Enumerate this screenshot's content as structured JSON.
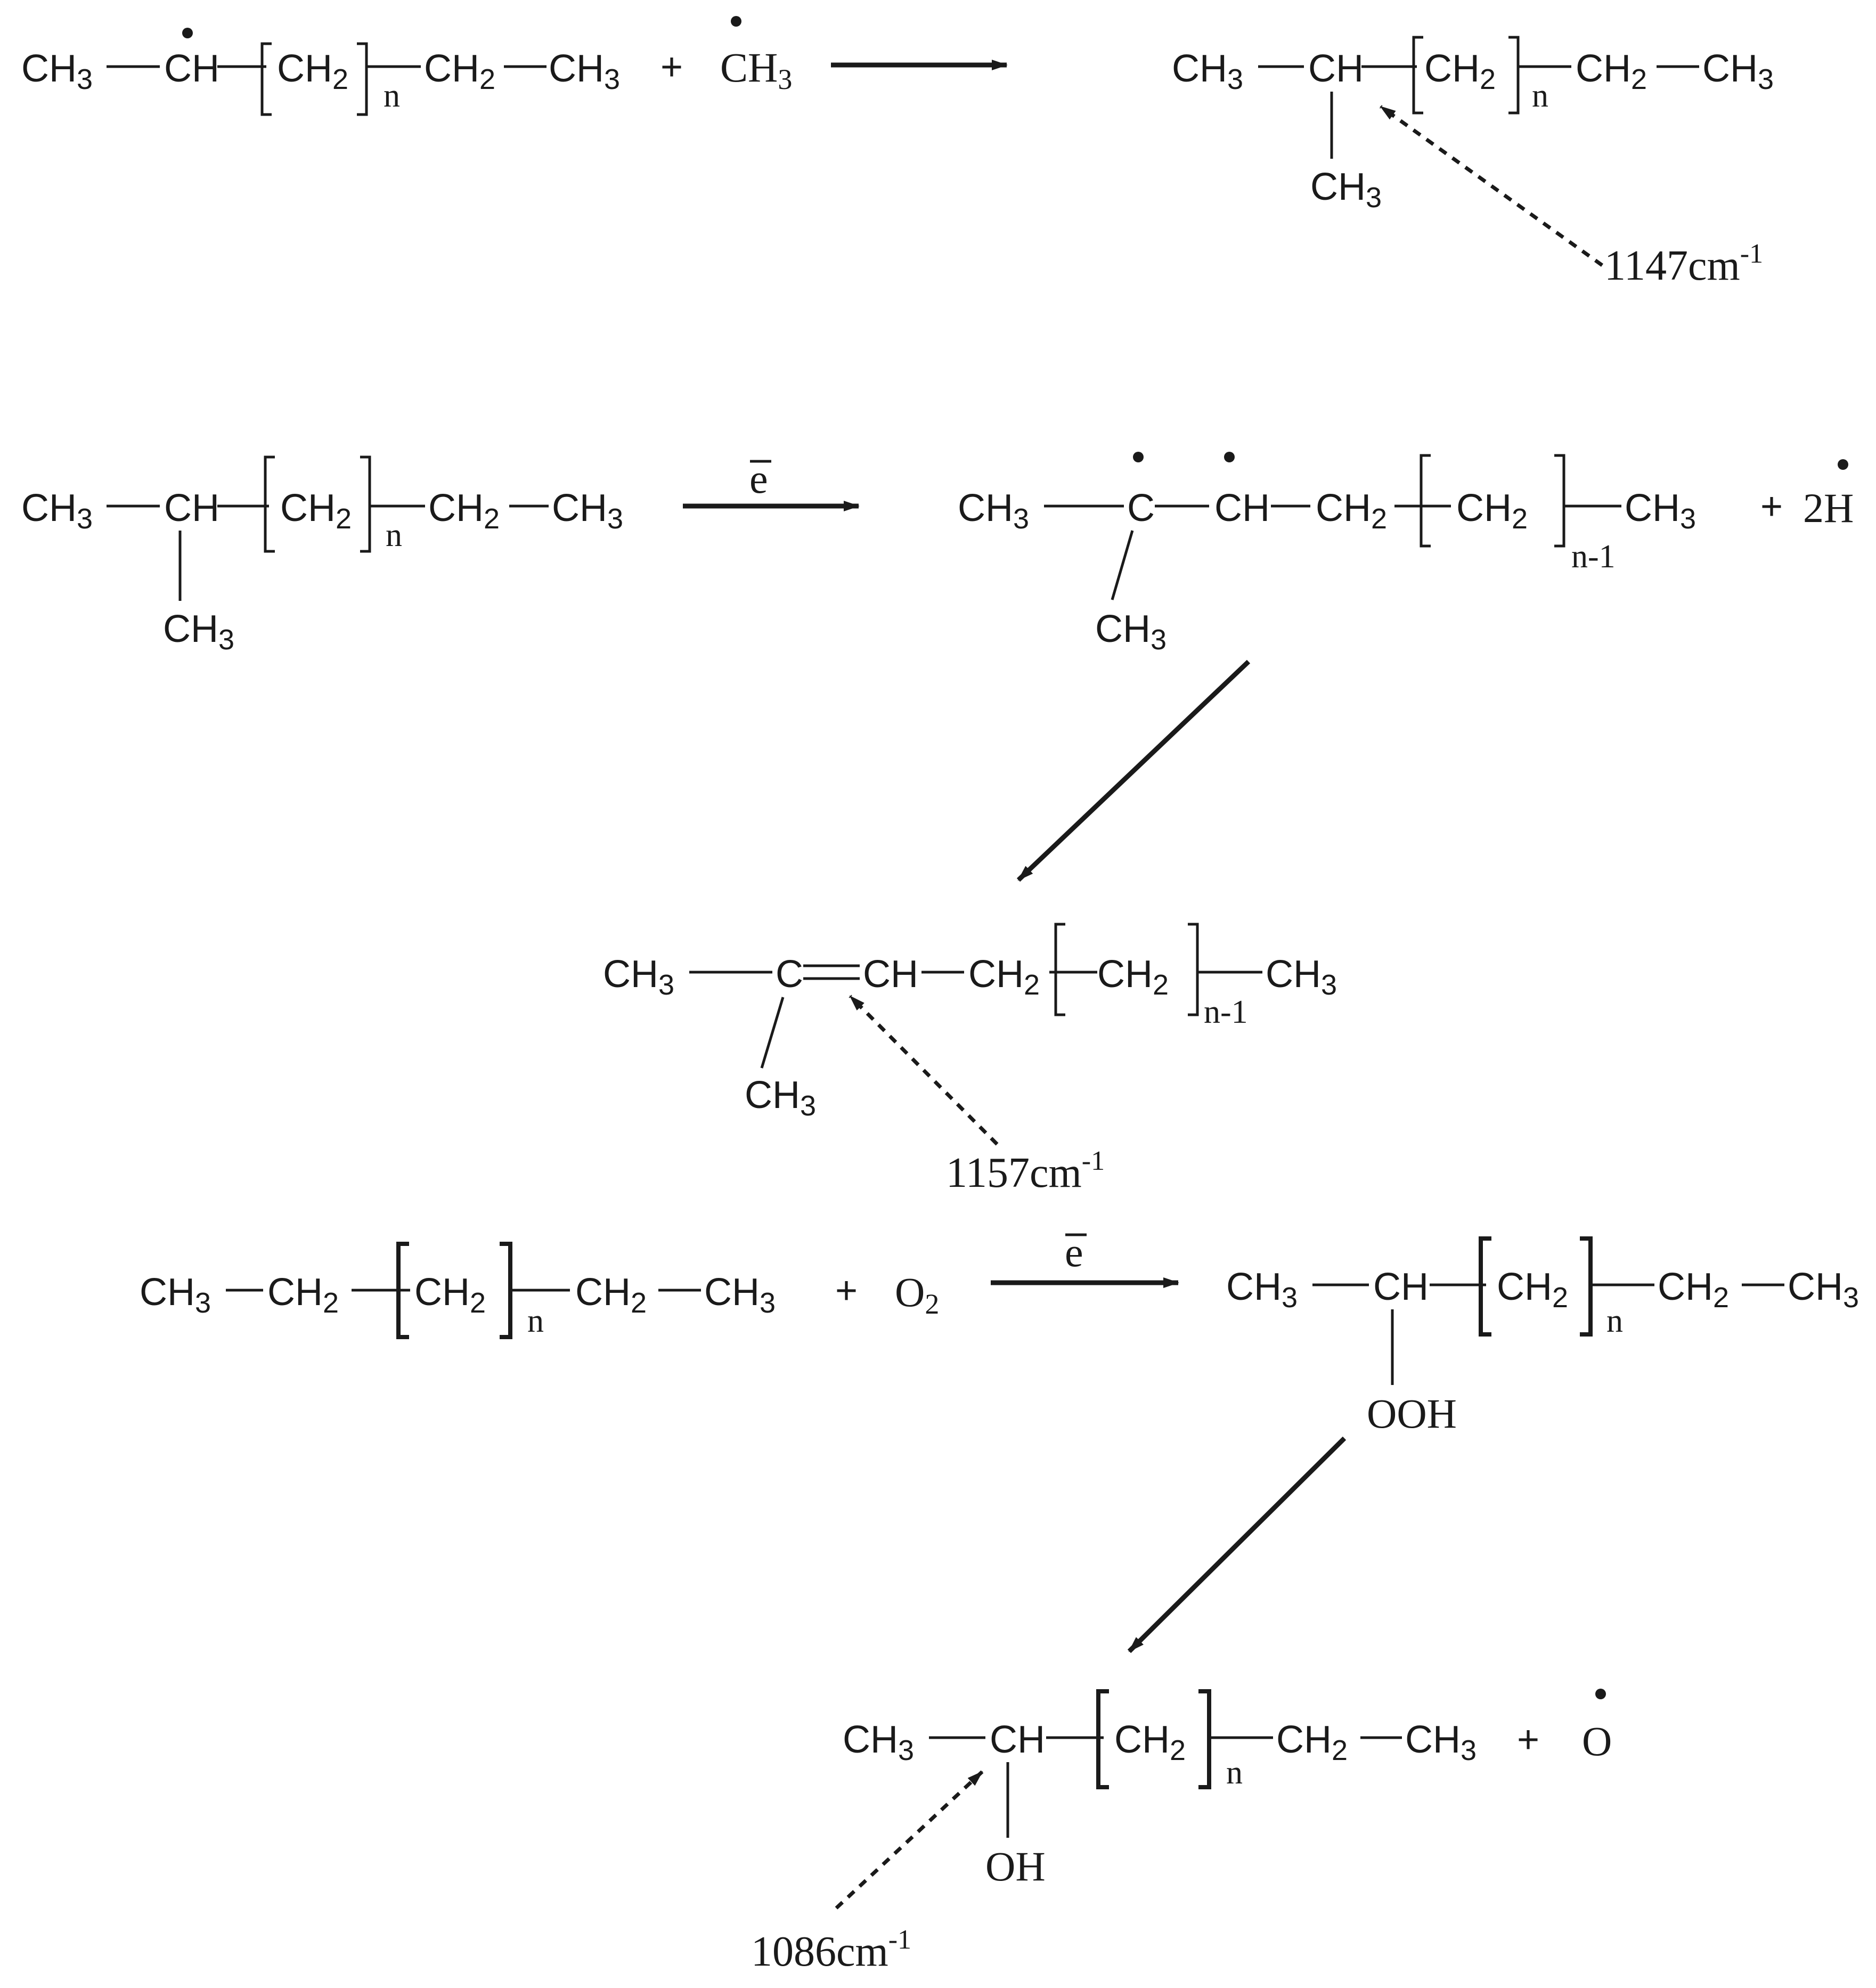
{
  "atoms": {
    "CH3": "CH",
    "CH2": "CH",
    "CH": "CH",
    "C": "C",
    "OOH": "OOH",
    "OH": "OH",
    "O2": "O",
    "H": "H",
    "O": "O",
    "sub3": "3",
    "sub2": "2",
    "plus": "+",
    "coef2": "2"
  },
  "indices": {
    "n": "n",
    "n_minus_1": "n-1"
  },
  "reaction_condition": "e",
  "annotations": {
    "peak_1147": "1147cm",
    "peak_1157": "1157cm",
    "peak_1086": "1086cm",
    "superscript": "-1"
  }
}
